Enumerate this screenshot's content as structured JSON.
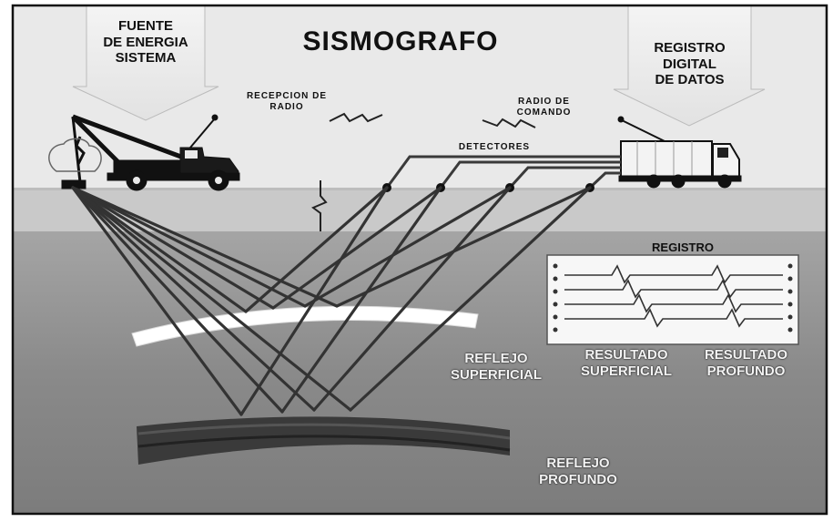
{
  "title": "SISMOGRAFO",
  "source_label": [
    "FUENTE",
    "DE ENERGIA",
    "SISTEMA"
  ],
  "recorder_label": [
    "REGISTRO",
    "DIGITAL",
    "DE DATOS"
  ],
  "radio_reception_label": [
    "RECEPCION DE",
    "RADIO"
  ],
  "radio_command_label": [
    "RADIO DE",
    "COMANDO"
  ],
  "detectors_label": "DETECTORES",
  "record_panel": {
    "title": "REGISTRO",
    "shallow_result": [
      "RESULTADO",
      "SUPERFICIAL"
    ],
    "deep_result": [
      "RESULTADO",
      "PROFUNDO"
    ]
  },
  "shallow_reflection_label": [
    "REFLEJO",
    "SUPERFICIAL"
  ],
  "deep_reflection_label": [
    "REFLEJO",
    "PROFUNDO"
  ],
  "colors": {
    "frame": "#111111",
    "sky": "#e9e9e9",
    "ground_band": "#c9c9c9",
    "subsurface": "#8c8c8c",
    "deep_layer": "#2f2f2f",
    "ray": "#3a3a3a",
    "shallow_reflector": "#ffffff"
  }
}
